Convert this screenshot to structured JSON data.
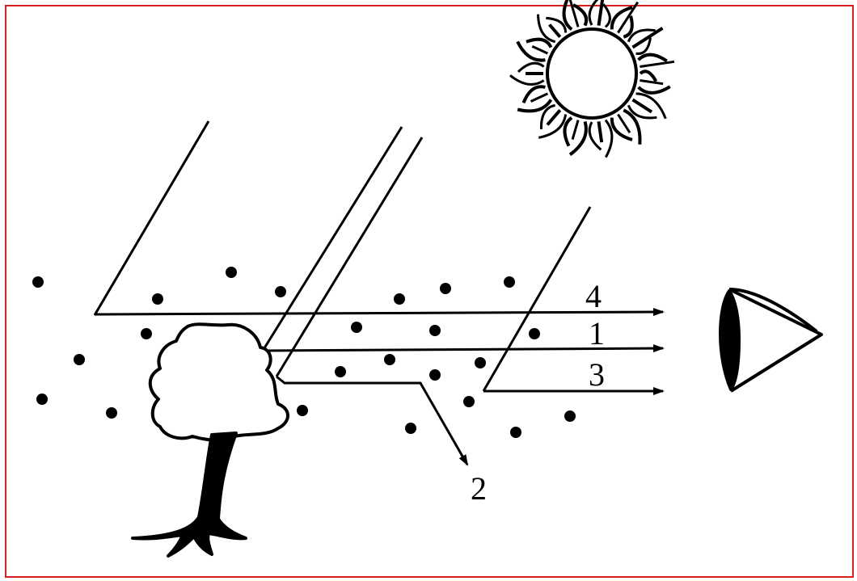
{
  "labels": {
    "ray_4": "4",
    "ray_1": "1",
    "ray_3": "3",
    "ray_2": "2"
  },
  "colors": {
    "frame_border": "#d42020",
    "ink": "#000000",
    "background": "#ffffff"
  },
  "icons": [
    "sun-icon",
    "tree-icon",
    "eye-icon",
    "particle-dot"
  ]
}
